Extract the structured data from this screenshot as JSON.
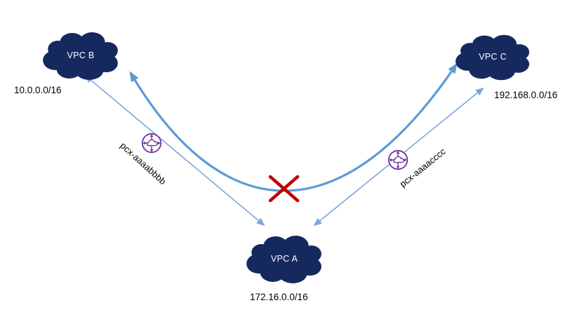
{
  "diagram": {
    "nodes": {
      "vpc_b": {
        "label": "VPC B",
        "cidr": "10.0.0.0/16"
      },
      "vpc_c": {
        "label": "VPC C",
        "cidr": "192.168.0.0/16"
      },
      "vpc_a": {
        "label": "VPC A",
        "cidr": "172.16.0.0/16"
      }
    },
    "peering_connections": {
      "left": {
        "label": "pcx-aaaabbbb"
      },
      "right": {
        "label": "pcx-aaaacccc"
      }
    },
    "colors": {
      "cloud_fill": "#16295F",
      "cloud_text": "#FFFFFF",
      "arrow_blue": "#7BA7DC",
      "curve_blue": "#5B9BD5",
      "peering_purple": "#7030A0",
      "blocked_red": "#C00000",
      "label_text": "#000000"
    }
  }
}
